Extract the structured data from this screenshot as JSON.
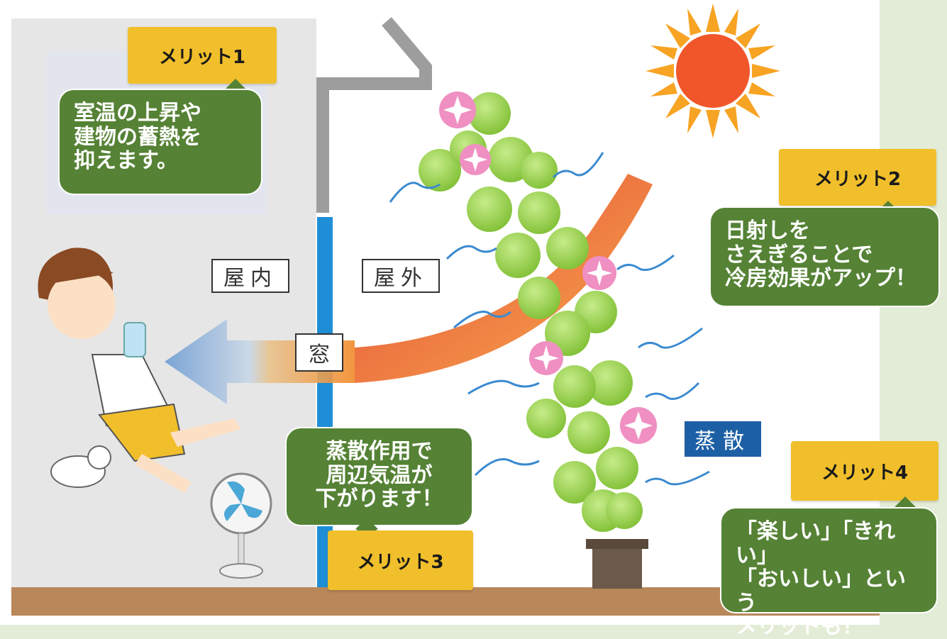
{
  "labels": {
    "indoor": "屋内",
    "outdoor": "屋外",
    "window": "窓",
    "evaporation": "蒸散"
  },
  "merits": [
    {
      "tag": "メリット1",
      "text": "室温の上昇や\n建物の蓄熱を\n抑えます。"
    },
    {
      "tag": "メリット2",
      "text": "日射しを\nさえぎることで\n冷房効果がアップ！"
    },
    {
      "tag": "メリット3",
      "text": "蒸散作用で\n周辺気温が\n下がります！"
    },
    {
      "tag": "メリット4",
      "text": "「楽しい」「きれい」\n「おいしい」という\nメリットも！"
    }
  ],
  "colors": {
    "background": "#e3ecd6",
    "bubble": "#558235",
    "sticky": "#f1bf2b",
    "sun": "#f0562a",
    "leaf": "#9dd24b",
    "flower": "#ef8fc2",
    "window_glass": "#1e8fd6",
    "evaporation_label": "#1d5fa5"
  }
}
